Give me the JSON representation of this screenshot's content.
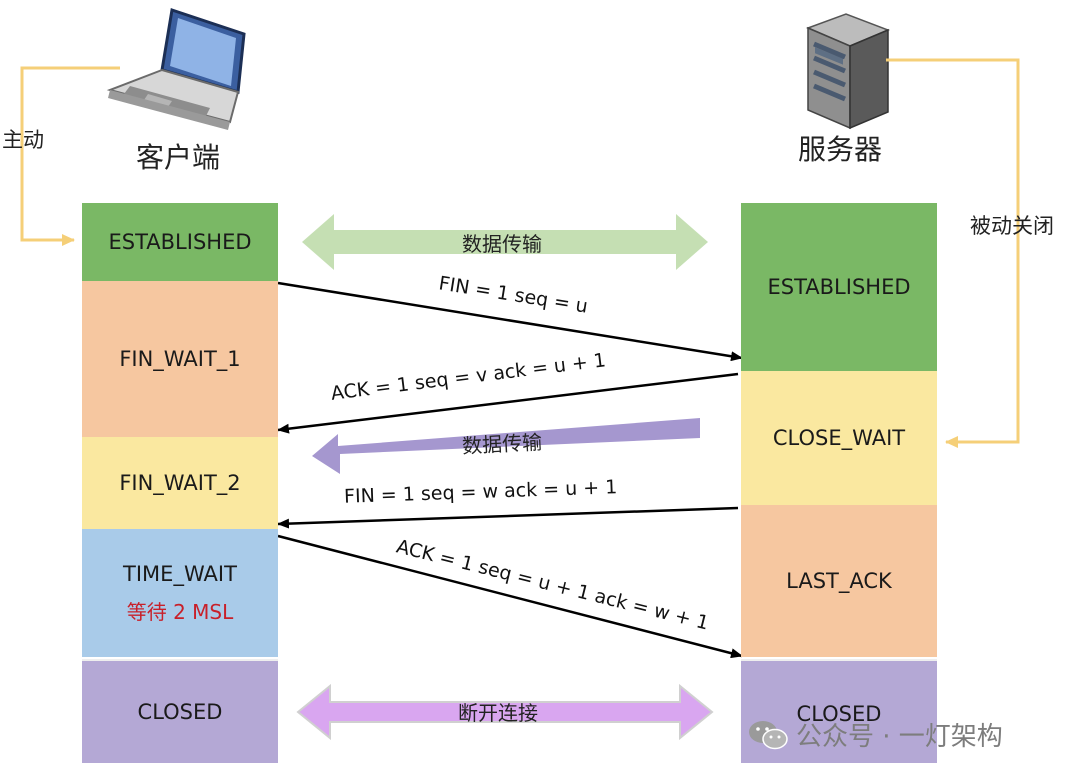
{
  "client": {
    "label": "客户端",
    "active_label": "主动"
  },
  "server": {
    "label": "服务器",
    "passive_label": "被动关闭"
  },
  "client_states": [
    {
      "name": "ESTABLISHED",
      "color": "#7ab865"
    },
    {
      "name": "FIN_WAIT_1",
      "color": "#f6c7a0"
    },
    {
      "name": "FIN_WAIT_2",
      "color": "#fae8a0"
    },
    {
      "name": "TIME_WAIT",
      "note": "等待 2 MSL",
      "color": "#a9cbe9"
    },
    {
      "name": "CLOSED",
      "color": "#b4a8d5"
    }
  ],
  "server_states": [
    {
      "name": "ESTABLISHED",
      "color": "#7ab865"
    },
    {
      "name": "CLOSE_WAIT",
      "color": "#fae8a0"
    },
    {
      "name": "LAST_ACK",
      "color": "#f6c7a0"
    },
    {
      "name": "CLOSED",
      "color": "#b4a8d5"
    }
  ],
  "messages": [
    {
      "label": "FIN = 1 seq = u",
      "direction": "client-to-server"
    },
    {
      "label": "ACK = 1 seq = v ack = u + 1",
      "direction": "server-to-client"
    },
    {
      "label": "FIN = 1 seq = w ack = u + 1",
      "direction": "server-to-client"
    },
    {
      "label": "ACK = 1 seq = u + 1 ack = w + 1",
      "direction": "client-to-server"
    }
  ],
  "bands": {
    "data_transfer_both": "数据传输",
    "data_transfer_server": "数据传输",
    "disconnect": "断开连接"
  },
  "watermark": {
    "text": "公众号 · 一灯架构"
  },
  "colors": {
    "guide_line": "#f5cf78",
    "band_green": "#c5dfb3",
    "band_purple": "#a597cf",
    "band_violet": "#d9a6f0",
    "time_wait_note": "#c8202a"
  }
}
